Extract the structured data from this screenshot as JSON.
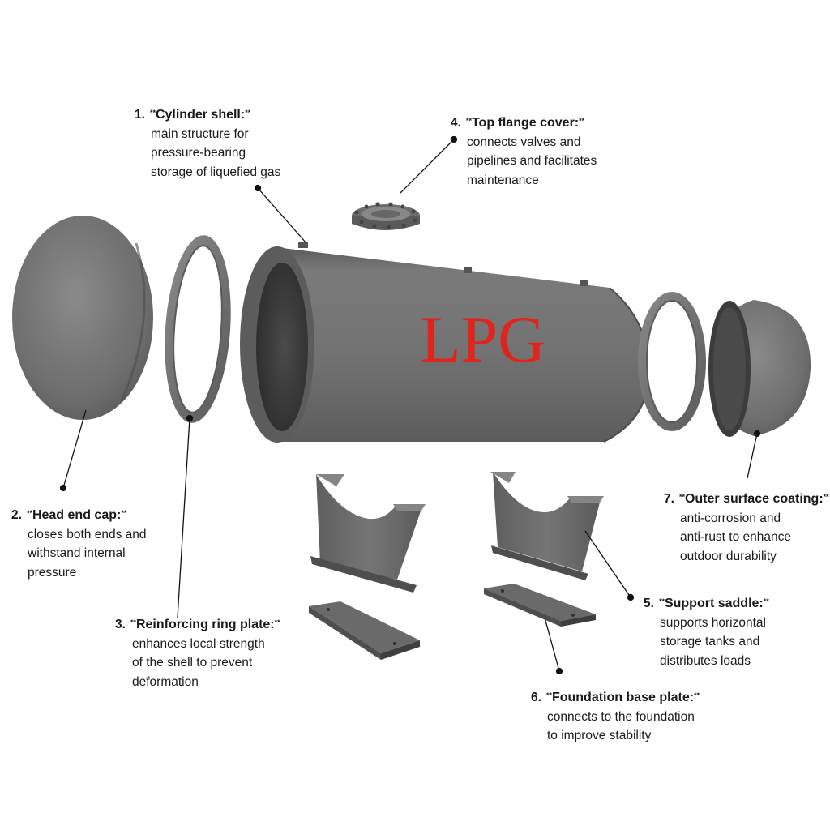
{
  "diagram": {
    "brand_text": "LPG",
    "brand_color": "#e0241b",
    "steel_color": "#6f6f6f",
    "components": [
      {
        "number": "1.",
        "markup_open": "**",
        "title": "Cylinder shell:",
        "markup_close": "**",
        "lines": [
          "main structure for",
          "pressure-bearing",
          "storage of liquefied gas"
        ]
      },
      {
        "number": "2.",
        "markup_open": "**",
        "title": "Head end cap:",
        "markup_close": "**",
        "lines": [
          "closes both ends and",
          "withstand internal",
          "pressure"
        ]
      },
      {
        "number": "3.",
        "markup_open": "**",
        "title": "Reinforcing ring plate:",
        "markup_close": "**",
        "lines": [
          "enhances local strength",
          "of the shell to prevent",
          "deformation"
        ]
      },
      {
        "number": "4.",
        "markup_open": "**",
        "title": "Top flange cover:",
        "markup_close": "**",
        "lines": [
          "connects valves and",
          "pipelines and facilitates",
          "maintenance"
        ]
      },
      {
        "number": "5.",
        "markup_open": "**",
        "title": "Support saddle:",
        "markup_close": "**",
        "lines": [
          "supports horizontal",
          "storage tanks and",
          "distributes loads"
        ]
      },
      {
        "number": "6.",
        "markup_open": "**",
        "title": "Foundation base plate:",
        "markup_close": "**",
        "lines": [
          "connects to the foundation",
          "to improve stability"
        ]
      },
      {
        "number": "7.",
        "markup_open": "**",
        "title": "Outer surface coating:",
        "markup_close": "**",
        "lines": [
          "anti-corrosion and",
          "anti-rust to enhance",
          "outdoor durability"
        ]
      }
    ]
  }
}
